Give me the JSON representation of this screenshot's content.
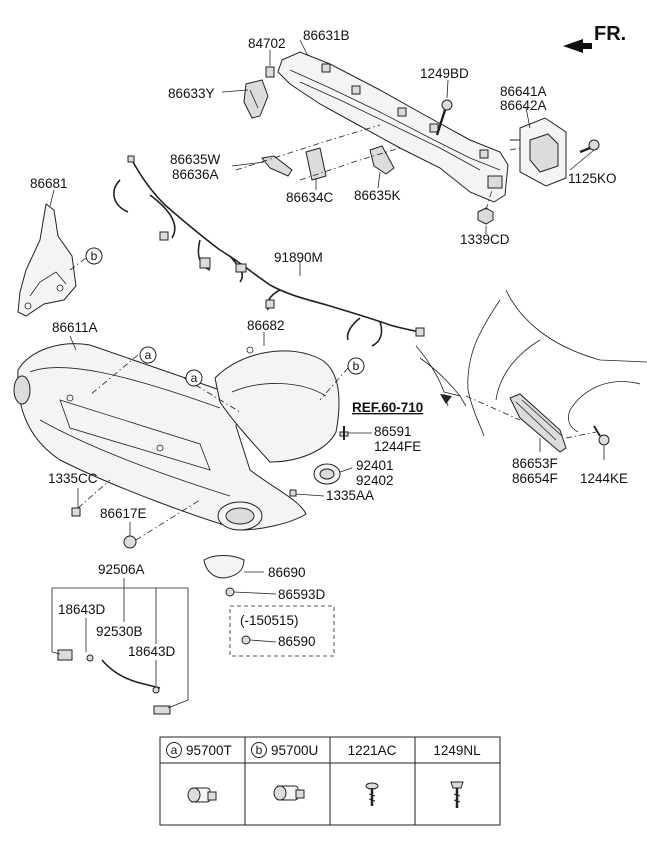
{
  "orientation_label": "FR.",
  "reference_label": "REF.60-710",
  "variant_note": "(-150515)",
  "part_labels": {
    "p84702": "84702",
    "p86631B": "86631B",
    "p86633Y": "86633Y",
    "p1249BD": "1249BD",
    "p86641A": "86641A",
    "p86642A": "86642A",
    "p86635W": "86635W",
    "p86636A": "86636A",
    "p1125KO": "1125KO",
    "p86634C": "86634C",
    "p86635K": "86635K",
    "p1339CD": "1339CD",
    "p86681": "86681",
    "p91890M": "91890M",
    "p86611A": "86611A",
    "p86682": "86682",
    "p86591": "86591",
    "p1244FE": "1244FE",
    "p92401": "92401",
    "p92402": "92402",
    "p1335CC": "1335CC",
    "p1335AA": "1335AA",
    "p86617E": "86617E",
    "p86653F": "86653F",
    "p86654F": "86654F",
    "p1244KE": "1244KE",
    "p86690": "86690",
    "p86593D": "86593D",
    "p86590": "86590",
    "p92506A": "92506A",
    "p18643D_a": "18643D",
    "p92530B": "92530B",
    "p18643D_b": "18643D"
  },
  "callouts": {
    "a": "a",
    "b": "b"
  },
  "legend_table": {
    "headers": [
      {
        "letter": "a",
        "code": "95700T"
      },
      {
        "letter": "b",
        "code": "95700U"
      },
      {
        "letter": "",
        "code": "1221AC"
      },
      {
        "letter": "",
        "code": "1249NL"
      }
    ]
  }
}
